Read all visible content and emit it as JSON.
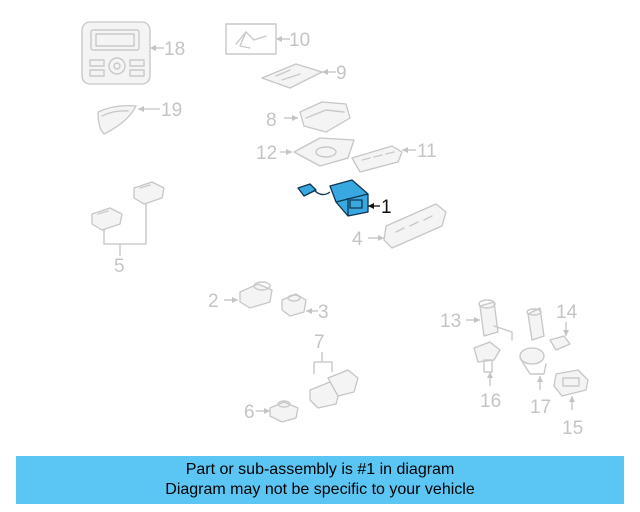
{
  "callouts": {
    "c1": "1",
    "c2": "2",
    "c3": "3",
    "c4": "4",
    "c5": "5",
    "c6": "6",
    "c7": "7",
    "c8": "8",
    "c9": "9",
    "c10": "10",
    "c11": "11",
    "c12": "12",
    "c13": "13",
    "c14": "14",
    "c15": "15",
    "c16": "16",
    "c17": "17",
    "c18": "18",
    "c19": "19"
  },
  "highlighted_part": "1",
  "colors": {
    "highlight": "#3aa8e0",
    "caption_background": "#5bc6f4",
    "part_outline": "#c9c9c9"
  },
  "caption": {
    "line1": "Part or sub-assembly is #1 in diagram",
    "line2": "Diagram may not be specific to your vehicle"
  }
}
